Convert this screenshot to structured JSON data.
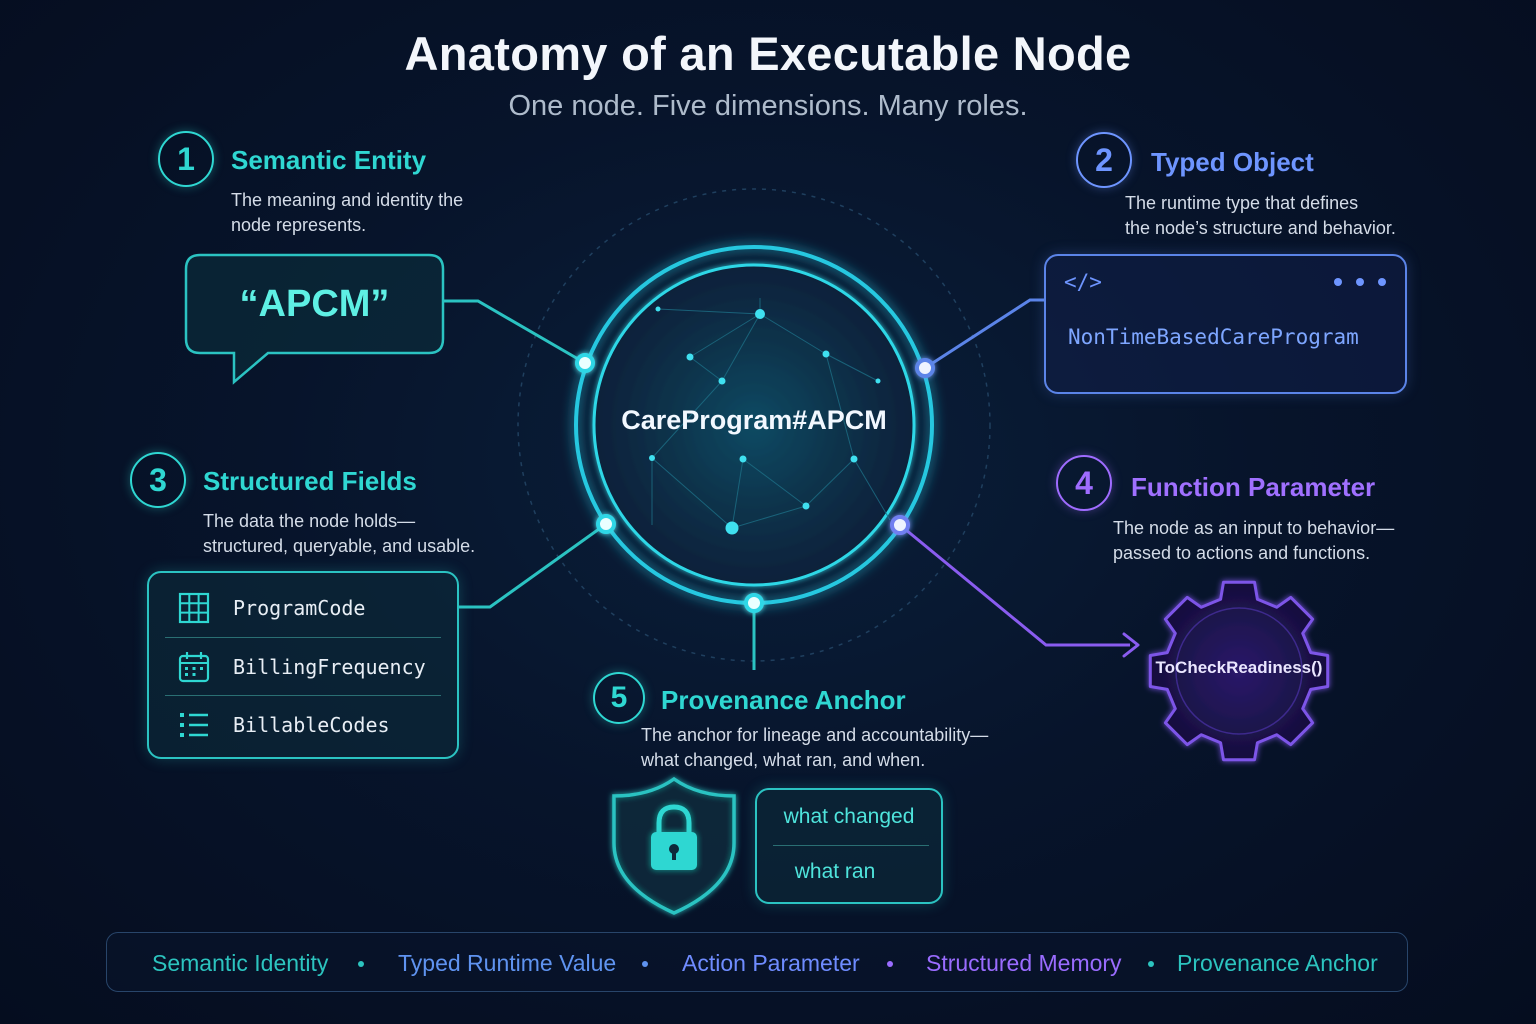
{
  "title": "Anatomy of an Executable Node",
  "subtitle": "One node. Five dimensions. Many roles.",
  "center_node": {
    "label": "CareProgram#APCM"
  },
  "sections": [
    {
      "number": "1",
      "title": "Semantic Entity",
      "description_lines": [
        "The meaning and identity the",
        "node represents."
      ],
      "quote": "“APCM”",
      "color": "#2fd7d2"
    },
    {
      "number": "2",
      "title": "Typed Object",
      "description_lines": [
        "The runtime type that defines",
        "the node’s structure and behavior."
      ],
      "code_tag": "</>",
      "type_name": "NonTimeBasedCareProgram",
      "color": "#6e95ff"
    },
    {
      "number": "3",
      "title": "Structured Fields",
      "description_lines": [
        "The data the node holds—",
        "structured, queryable, and usable."
      ],
      "fields": [
        {
          "label": "ProgramCode",
          "icon": "grid-icon"
        },
        {
          "label": "BillingFrequency",
          "icon": "calendar-icon"
        },
        {
          "label": "BillableCodes",
          "icon": "list-icon"
        }
      ],
      "color": "#2fd7d2"
    },
    {
      "number": "4",
      "title": "Function Parameter",
      "description_lines": [
        "The node as an input to behavior—",
        "passed to actions and functions."
      ],
      "function_name": "ToCheckReadiness()",
      "color": "#a070ff"
    },
    {
      "number": "5",
      "title": "Provenance Anchor",
      "description_lines": [
        "The anchor for lineage and accountability—",
        "what changed, what ran, and when."
      ],
      "provenance_items": [
        "what changed",
        "what ran"
      ],
      "icon": "shield-lock-icon",
      "color": "#2fd7d2"
    }
  ],
  "footer": [
    {
      "label": "Semantic Identity",
      "color": "#2cc4bf"
    },
    {
      "label": "Typed Runtime Value",
      "color": "#5f93f0"
    },
    {
      "label": "Action Parameter",
      "color": "#6f8cff"
    },
    {
      "label": "Structured Memory",
      "color": "#9a6cff"
    },
    {
      "label": "Provenance Anchor",
      "color": "#2cc4bf"
    }
  ],
  "footer_dot_colors": [
    "#2cc4bf",
    "#5f93f0",
    "#9a6cff",
    "#2cc4bf"
  ]
}
